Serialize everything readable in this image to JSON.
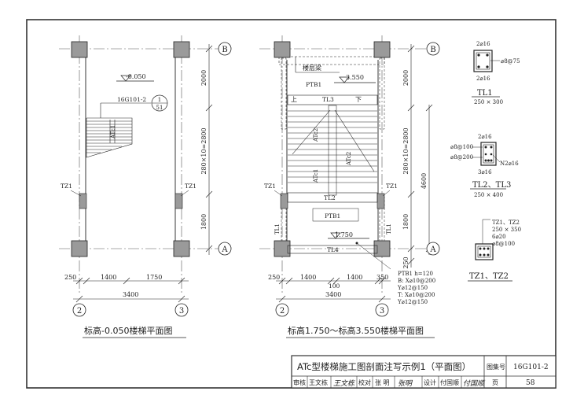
{
  "plan_left": {
    "elevation": "-0.050",
    "ref_code": "16G101-2",
    "ref_num": "1",
    "ref_den": "51",
    "flight": "ATc1",
    "col_left": "TZ1",
    "col_right": "TZ1",
    "dim_2000": "2000",
    "dim_2800": "280×10=2800",
    "dim_1800": "1800",
    "dim_250": "250",
    "dim_1400": "1400",
    "dim_1750": "1750",
    "dim_3400": "3400",
    "axis_b": "B",
    "axis_a": "A",
    "axis_2": "2",
    "axis_3": "3",
    "caption": "标高-0.050楼梯平面图"
  },
  "plan_right": {
    "floor_beam": "楼层梁",
    "ptb1_top": "PTB1",
    "elevation_top": "3.550",
    "tl3": "TL3",
    "up": "上",
    "down": "下",
    "atc2_a": "ATc2",
    "atc2_b": "ATc2",
    "atc1": "ATc1",
    "tl2": "TL2",
    "ptb1_bottom": "PTB1",
    "elevation_mid": "1.750",
    "tl4": "TL4",
    "tl1_left": "TL1",
    "tl1_right": "TL1",
    "col_left": "TZ1",
    "col_right": "TZ1",
    "dim_2000": "2000",
    "dim_2800": "280×10=2800",
    "dim_4600": "4600",
    "dim_1800": "1800",
    "dim_250_r": "250",
    "dim_250": "250",
    "dim_1400_a": "1400",
    "dim_100": "100",
    "dim_1400_b": "1400",
    "dim_350": "350",
    "dim_3400": "3400",
    "ptb_note": [
      "PTB1  h=120",
      "B: X⌀10@200",
      "   Y⌀12@150",
      "T: X⌀10@200",
      "   Y⌀12@150"
    ],
    "axis_b": "B",
    "axis_a": "A",
    "axis_2": "2",
    "axis_3": "3",
    "caption": "标高1.750～标高3.550楼梯平面图"
  },
  "details": {
    "tl1_top_bar": "2⌀16",
    "tl1_stirrup": "⌀8@75",
    "tl1_bot_bar": "2⌀16",
    "tl1_title": "TL1",
    "tl1_size": "250 × 300",
    "tl23_top_bar": "2⌀16",
    "tl23_stirrup_a": "⌀8@100",
    "tl23_stirrup_b": "⌀8@200",
    "tl23_side": "N2⌀16",
    "tl23_bot_bar": "3⌀16",
    "tl23_title": "TL2、TL3",
    "tl23_size": "250 × 400",
    "tz_label1": "TZ1、TZ2",
    "tz_label2": "250 × 350",
    "tz_label3": "6⌀20",
    "tz_label4": "⌀8@100",
    "tz_title": "TZ1、TZ2"
  },
  "title_block": {
    "title": "ATc型楼梯施工图剖面注写示例1（平面图）",
    "atlas_label": "图集号",
    "atlas_no": "16G101-2",
    "review_label": "审核",
    "review_name": "王文栋",
    "review_sig": "王文栋",
    "check_label": "校对",
    "check_name": "张  明",
    "check_sig": "张明",
    "design_label": "设计",
    "design_name": "付国顺",
    "design_sig": "付国顺",
    "page_label": "页",
    "page_no": "58"
  },
  "colors": {
    "line": "#222222",
    "column_fill": "#9a9a9a",
    "frame": "#333333"
  }
}
